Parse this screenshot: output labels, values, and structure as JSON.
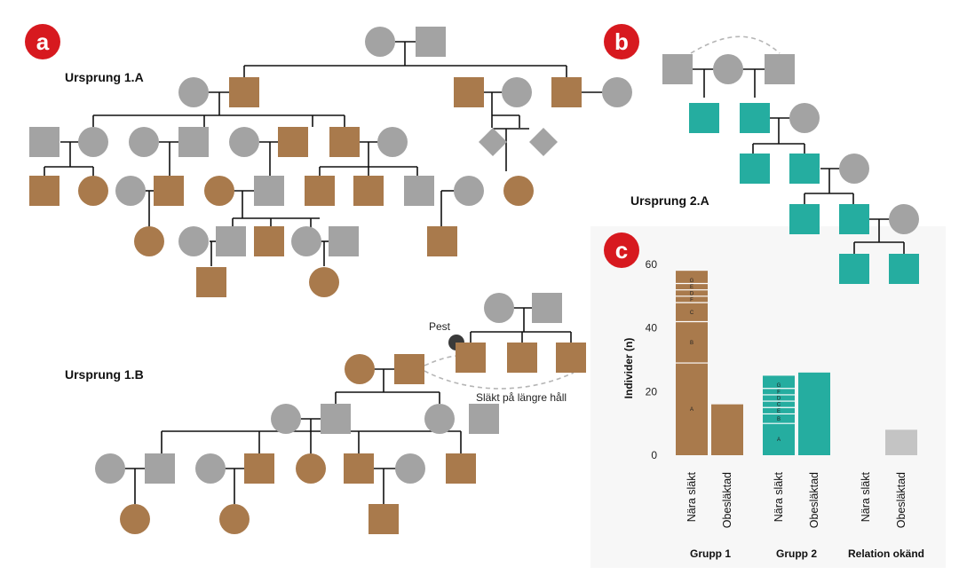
{
  "colors": {
    "brown": "#a97a4c",
    "grey": "#a3a3a3",
    "teal": "#25ada0",
    "light_grey": "#c4c4c4",
    "badge_red": "#d7191f",
    "line": "#111111",
    "dashed": "#b5b5b5",
    "dark_dot": "#3a3a3a"
  },
  "panels": {
    "a": {
      "badge": "a",
      "label": "Ursprung 1.A"
    },
    "b": {
      "badge": "b",
      "label": "Ursprung 2.A"
    },
    "c": {
      "badge": "c"
    },
    "b1": {
      "label": "Ursprung 1.B"
    }
  },
  "annotations": {
    "pest": "Pest",
    "distant": "Släkt på längre håll"
  },
  "icons": {
    "male": "square-symbol",
    "female": "circle-symbol",
    "unknown_sex": "diamond-symbol",
    "deceased_pest": "black-dot-icon"
  },
  "chart_data": {
    "type": "bar",
    "ylabel": "Individer (n)",
    "ylim": [
      0,
      60
    ],
    "yticks": [
      0,
      20,
      40,
      60
    ],
    "groups": [
      {
        "name": "Grupp 1",
        "bars": [
          {
            "category": "Nära släkt",
            "value": 58,
            "color": "brown",
            "segments": [
              {
                "label": "A",
                "value": 29
              },
              {
                "label": "B",
                "value": 13
              },
              {
                "label": "C",
                "value": 6
              },
              {
                "label": "F",
                "value": 2
              },
              {
                "label": "D",
                "value": 2
              },
              {
                "label": "E",
                "value": 2
              },
              {
                "label": "G",
                "value": 2
              }
            ]
          },
          {
            "category": "Obesläktad",
            "value": 16,
            "color": "brown"
          }
        ]
      },
      {
        "name": "Grupp 2",
        "bars": [
          {
            "category": "Nära släkt",
            "value": 25,
            "color": "teal",
            "segments": [
              {
                "label": "A",
                "value": 10
              },
              {
                "label": "B",
                "value": 3
              },
              {
                "label": "E",
                "value": 2
              },
              {
                "label": "C",
                "value": 2
              },
              {
                "label": "D",
                "value": 2
              },
              {
                "label": "F",
                "value": 2
              },
              {
                "label": "G",
                "value": 2
              }
            ]
          },
          {
            "category": "Obesläktad",
            "value": 26,
            "color": "teal"
          }
        ]
      },
      {
        "name": "Relation okänd",
        "bars": [
          {
            "category": "Nära släkt",
            "value": 0,
            "color": "light_grey"
          },
          {
            "category": "Obesläktad",
            "value": 8,
            "color": "light_grey"
          }
        ]
      }
    ]
  }
}
